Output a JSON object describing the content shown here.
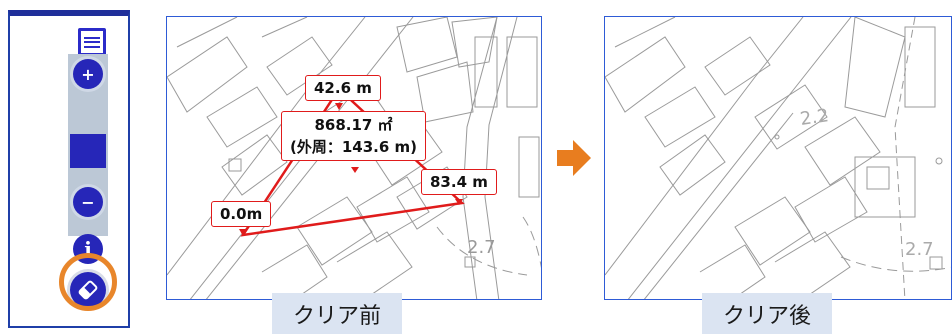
{
  "toolbar": {
    "items": [
      "menu-icon",
      "zoom-in-icon",
      "zoom-slider",
      "zoom-out-icon",
      "info-icon",
      "eraser-icon"
    ],
    "accent": "#2626b8",
    "highlight_color": "#e8862b"
  },
  "map_before": {
    "labels": {
      "top": "42.6 m",
      "area": "868.17 ㎡",
      "perimeter": "(外周：143.6 m)",
      "right": "83.4 m",
      "left": "0.0m"
    },
    "measure_color": "#e01b1b"
  },
  "map_after": {
    "elevation_1": "2.2",
    "elevation_2": "2.7"
  },
  "map_before_elevation": "2.7",
  "captions": {
    "before": "クリア前",
    "after": "クリア後"
  },
  "transition_arrow_color": "#e87d1f"
}
